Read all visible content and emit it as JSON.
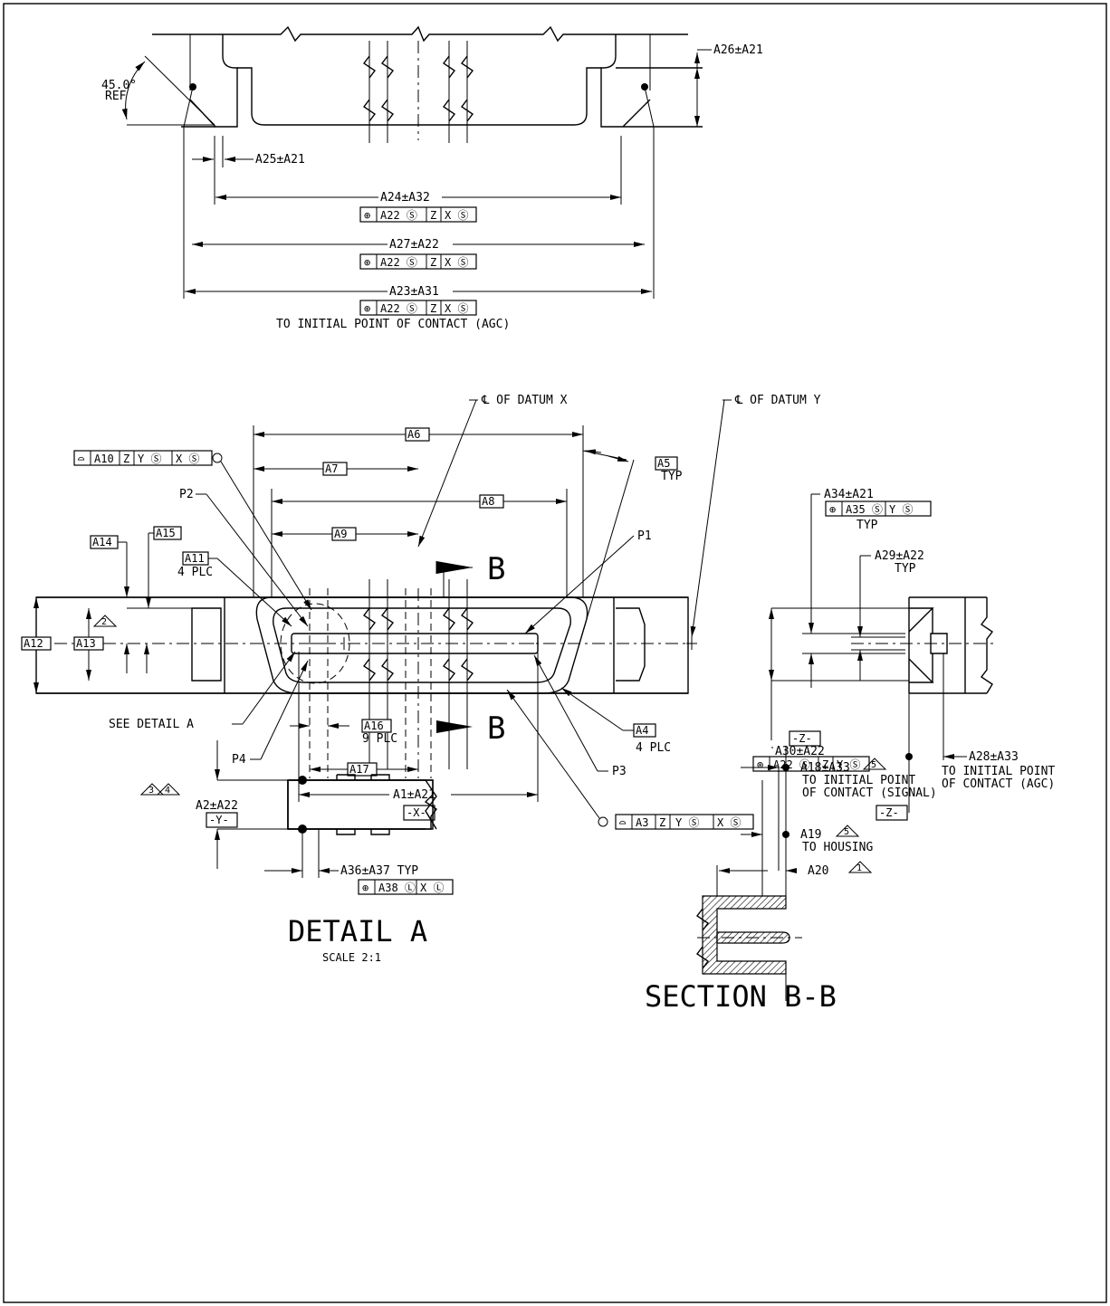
{
  "title_labels": {
    "detail": "DETAIL A",
    "detail_scale": "SCALE 2:1",
    "section": "SECTION B-B"
  },
  "top_view": {
    "angle": "45.0°",
    "angle_ref": "REF",
    "a26": "A26±A21",
    "a25": "A25±A21",
    "a24": "A24±A32",
    "a27": "A27±A22",
    "a23": "A23±A31",
    "fcf": [
      "⊕",
      "A22 Ⓢ",
      "Z",
      "X Ⓢ"
    ],
    "contact_note": "TO INITIAL POINT OF CONTACT (AGC)"
  },
  "main_view": {
    "datum_x_note": "℄ OF DATUM X",
    "datum_y_note": "℄ OF DATUM Y",
    "a6": "A6",
    "a7": "A7",
    "a8": "A8",
    "a9": "A9",
    "a5": "A5",
    "typ": "TYP",
    "profile_top": [
      "⌓",
      "A10",
      "Z",
      "Y Ⓢ",
      "X Ⓢ"
    ],
    "profile_bottom": [
      "⌓",
      "A3",
      "Z",
      "Y Ⓢ",
      "X Ⓢ"
    ],
    "p1": "P1",
    "p2": "P2",
    "p3": "P3",
    "p4": "P4",
    "a11": "A11",
    "plc4": "4 PLC",
    "a14": "A14",
    "a15": "A15",
    "a12": "A12",
    "a13": "A13",
    "note2": "2",
    "section_b": "B",
    "see_detail": "SEE DETAIL A",
    "a16": "A16",
    "plc9": "9 PLC",
    "a17": "A17",
    "a4": "A4",
    "a1": "A1±A21",
    "datum_x": "-X-"
  },
  "side_view": {
    "a34": "A34±A21",
    "fcf_a35": [
      "⊕",
      "A35 Ⓢ",
      "Y Ⓢ"
    ],
    "typ": "TYP",
    "a29": "A29±A22",
    "a30": "A30±A22",
    "fcf_a22": [
      "⊕",
      "A22 Ⓢ",
      "Z",
      "Y Ⓢ"
    ],
    "a28": "A28±A33",
    "a28_note1": "TO INITIAL POINT",
    "a28_note2": "OF CONTACT (AGC)",
    "datum_z": "-Z-"
  },
  "detail_a": {
    "notes": [
      "3",
      "4"
    ],
    "a2": "A2±A22",
    "datum_y": "-Y-",
    "a36": "A36±A37  TYP",
    "fcf_a38": [
      "⊕",
      "A38 Ⓛ",
      "X Ⓛ"
    ]
  },
  "section_bb": {
    "datum_z": "-Z-",
    "a18": "A18±A33",
    "note5": "5",
    "a18_note1": "TO INITIAL POINT",
    "a18_note2": "OF CONTACT (SIGNAL)",
    "a19": "A19",
    "a19_note": "TO HOUSING",
    "a20": "A20",
    "note1": "1"
  }
}
